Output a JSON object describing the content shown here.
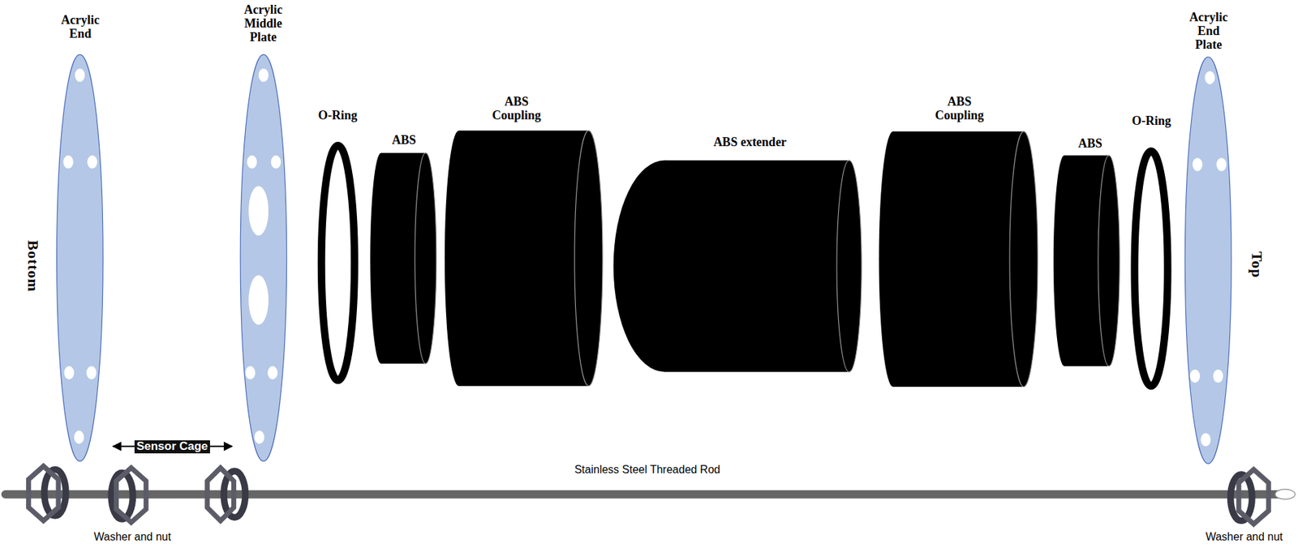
{
  "diagram": {
    "labels": [
      "Acrylic End",
      "Acrylic Middle Plate",
      "O-Ring",
      "ABS",
      "ABS Coupling",
      "ABS extender",
      "ABS Coupling",
      "ABS",
      "O-Ring",
      "Acrylic End Plate",
      "Bottom",
      "Top",
      "Sensor Cage",
      "Stainless Steel Threaded Rod",
      "Washer and nut",
      "Washer and nut"
    ]
  }
}
